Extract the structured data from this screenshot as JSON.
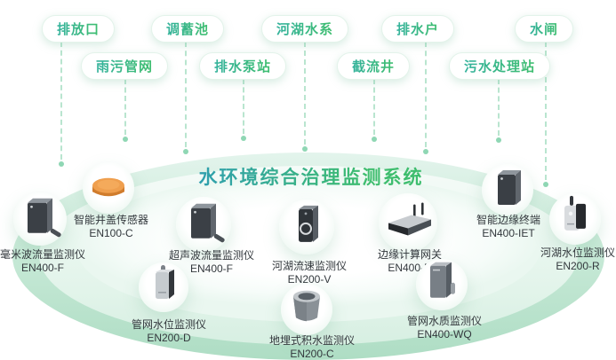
{
  "title": "水环境综合治理监测系统",
  "tags": {
    "row1": [
      "排放口",
      "调蓄池",
      "河湖水系",
      "排水户",
      "水闸"
    ],
    "row2": [
      "雨污管网",
      "排水泵站",
      "截流井",
      "污水处理站"
    ]
  },
  "devices": [
    {
      "name": "毫米波流量监测仪",
      "model": "EN400-F",
      "icon": "flow-monitor-icon"
    },
    {
      "name": "智能井盖传感器",
      "model": "EN100-C",
      "icon": "manhole-cover-icon"
    },
    {
      "name": "超声波流量监测仪",
      "model": "EN400-F",
      "icon": "flow-monitor-icon"
    },
    {
      "name": "河湖流速监测仪",
      "model": "EN200-V",
      "icon": "velocity-monitor-icon"
    },
    {
      "name": "管网水位监测仪",
      "model": "EN200-D",
      "icon": "pipe-level-monitor-icon"
    },
    {
      "name": "地埋式积水监测仪",
      "model": "EN200-C",
      "icon": "buried-water-monitor-icon"
    },
    {
      "name": "边缘计算网关",
      "model": "EN400-R",
      "icon": "edge-gateway-icon"
    },
    {
      "name": "管网水质监测仪",
      "model": "EN400-WQ",
      "icon": "water-quality-monitor-icon"
    },
    {
      "name": "智能边缘终端",
      "model": "EN400-IET",
      "icon": "edge-terminal-icon"
    },
    {
      "name": "河湖水位监测仪",
      "model": "EN200-R",
      "icon": "river-level-monitor-icon"
    }
  ],
  "colors": {
    "tag_text_gradient_start": "#34b29c",
    "tag_text_gradient_end": "#3fbe6f",
    "title_gradient_start": "#2f9fae",
    "title_gradient_end": "#3ebd6e",
    "dashed_line": "#b9e5cf",
    "line_dot": "#8fd7b4",
    "ellipse_rim": "#aeddc4",
    "label_text": "#33383d",
    "manhole_orange": "#ef9f4e"
  }
}
